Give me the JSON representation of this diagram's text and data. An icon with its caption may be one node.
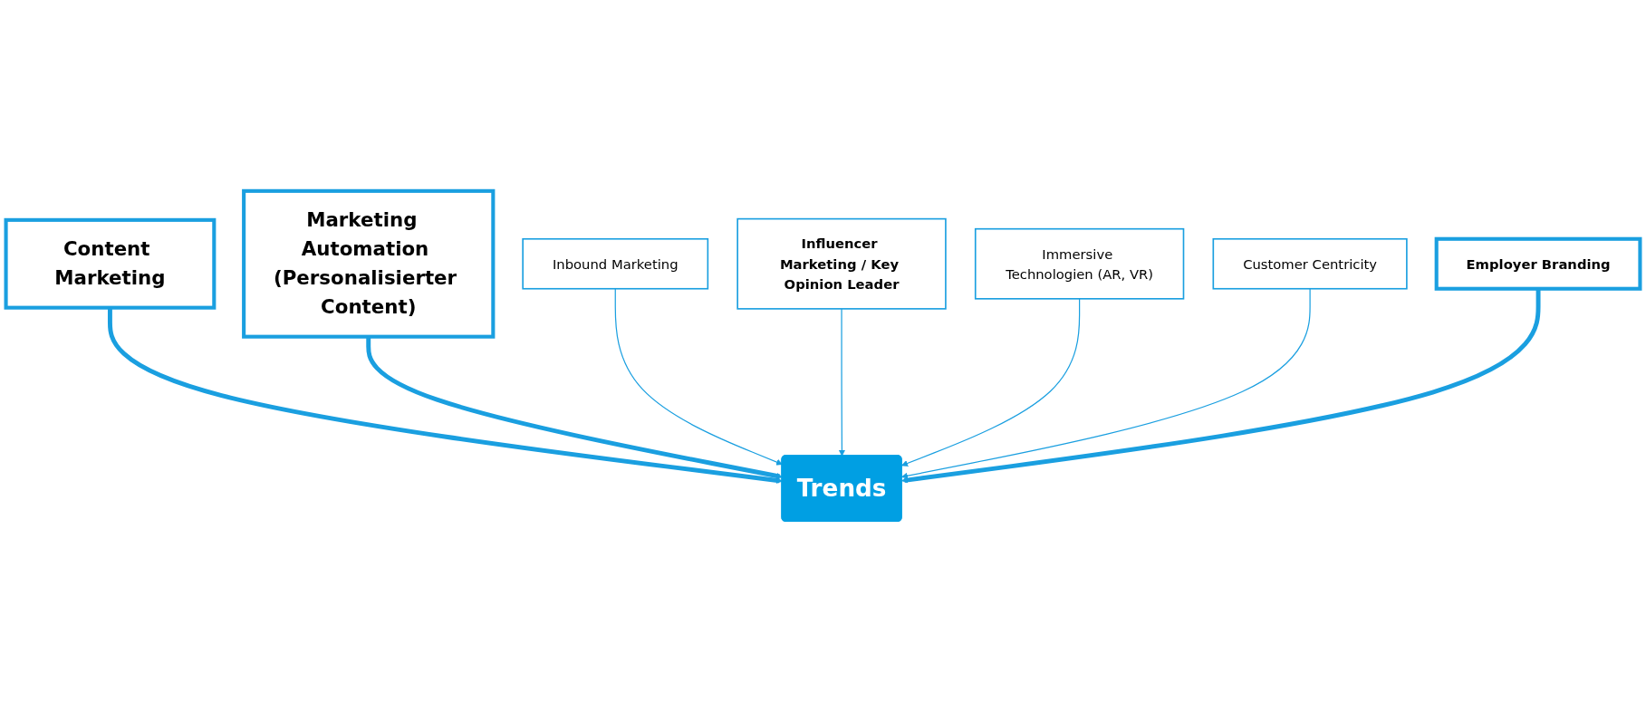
{
  "diagram": {
    "nodes": [
      {
        "text": [
          "Content Marketing"
        ]
      },
      {
        "text": [
          "Marketing  Automation (Personalisierter Content)"
        ]
      },
      {
        "text": [
          "Inbound Marketing"
        ]
      },
      {
        "text": [
          "Influencer Marketing / Key Opinion Leader"
        ]
      },
      {
        "text": [
          "Trends"
        ]
      },
      {
        "text": [
          "Immersive Technologien (AR, VR)"
        ]
      },
      {
        "text": [
          "Customer Centricity"
        ]
      },
      {
        "text": [
          "Employer Branding"
        ]
      }
    ],
    "edges": [
      {
        "from": 0,
        "to": 4,
        "arrow": "to",
        "style": "thick"
      },
      {
        "from": 1,
        "to": 4,
        "arrow": "to",
        "style": "thick"
      },
      {
        "from": 2,
        "to": 4,
        "arrow": "to"
      },
      {
        "from": 3,
        "to": 4,
        "arrow": "to"
      },
      {
        "from": 5,
        "to": 4,
        "arrow": "to"
      },
      {
        "from": 6,
        "to": 4,
        "arrow": "to"
      },
      {
        "from": 7,
        "to": 4,
        "arrow": "to",
        "style": "thick"
      }
    ]
  }
}
